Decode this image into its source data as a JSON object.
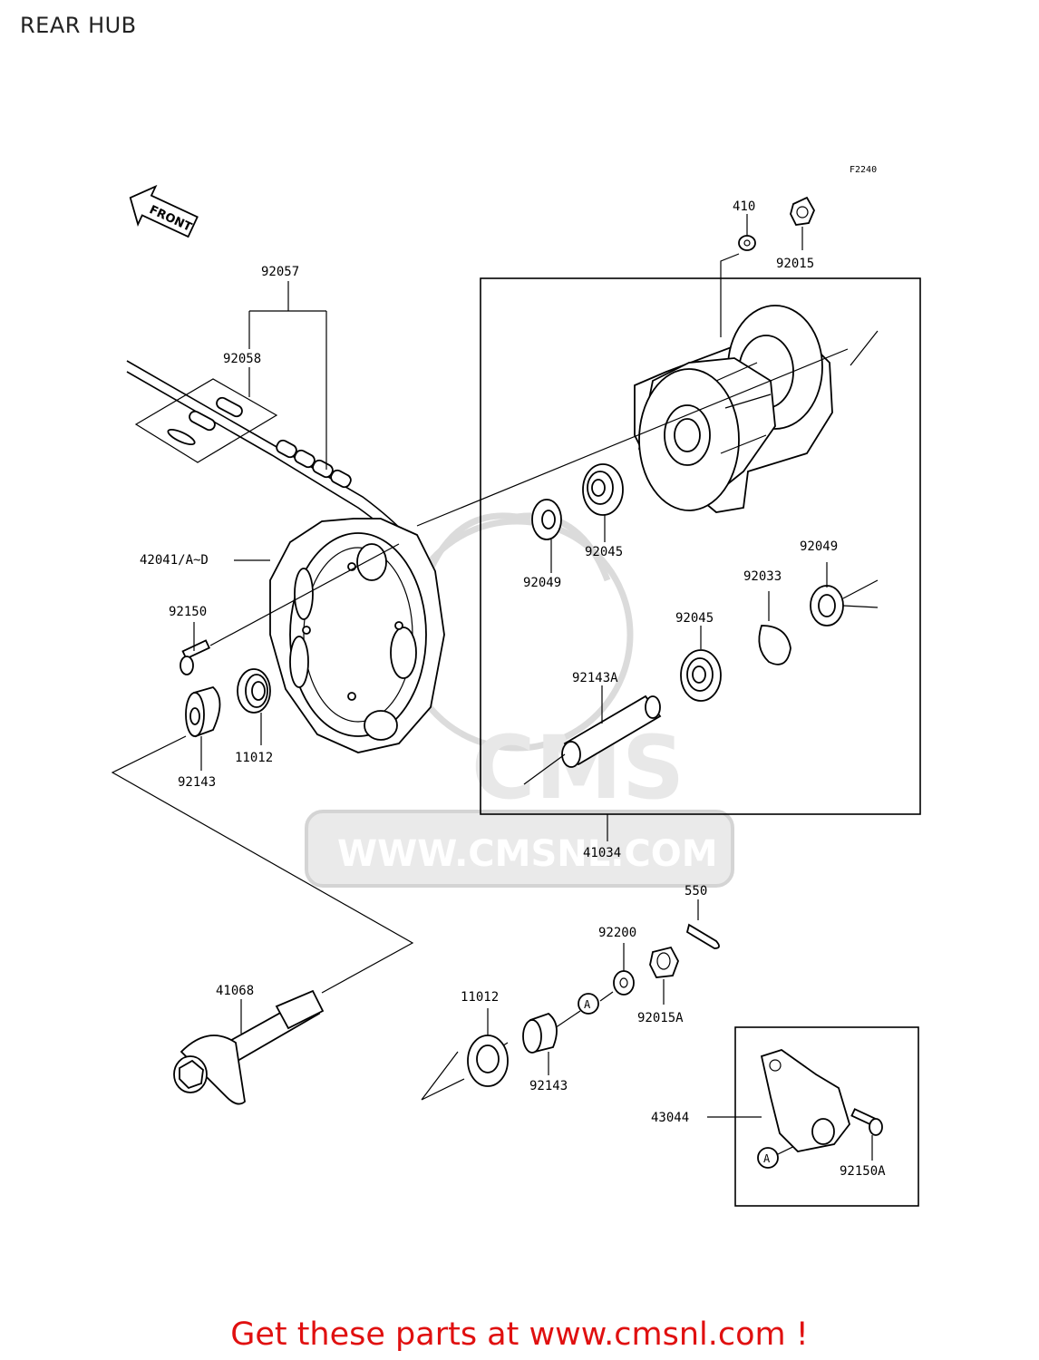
{
  "page": {
    "title": "REAR HUB"
  },
  "diagram": {
    "code": "F2240",
    "front_label": "FRONT",
    "watermark": {
      "logo": "CMS",
      "url": "WWW.CMSNL.COM"
    },
    "parts": {
      "p410": "410",
      "p92015": "92015",
      "p92057": "92057",
      "p92058": "92058",
      "p42041": "42041/A~D",
      "p92150": "92150",
      "p92049_a": "92049",
      "p92045_a": "92045",
      "p92049_b": "92049",
      "p92033": "92033",
      "p92045_b": "92045",
      "p92143a": "92143A",
      "p11012_a": "11012",
      "p92143_a": "92143",
      "p41034": "41034",
      "p550": "550",
      "p92200": "92200",
      "p92015a": "92015A",
      "p41068": "41068",
      "p11012_b": "11012",
      "p92143_b": "92143",
      "p43044": "43044",
      "p92150a": "92150A",
      "callout_a1": "A",
      "callout_a2": "A"
    }
  },
  "footer": {
    "promo": "Get these parts at www.cmsnl.com !"
  }
}
